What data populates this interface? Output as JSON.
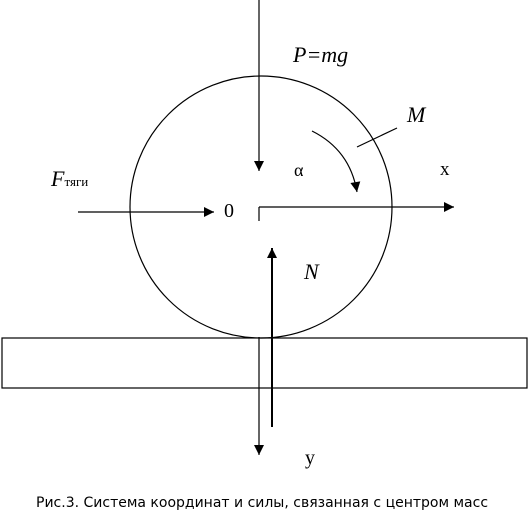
{
  "labels": {
    "gravity": "P=mg",
    "moment": "M",
    "traction_main": "F",
    "traction_sub": "тяги",
    "alpha": "α",
    "x_axis": "x",
    "origin": "0",
    "normal": "N",
    "y_axis": "y"
  },
  "caption": "Рис.3. Система координат и силы, связанная с центром масс",
  "colors": {
    "stroke": "#000000",
    "background": "#ffffff"
  }
}
